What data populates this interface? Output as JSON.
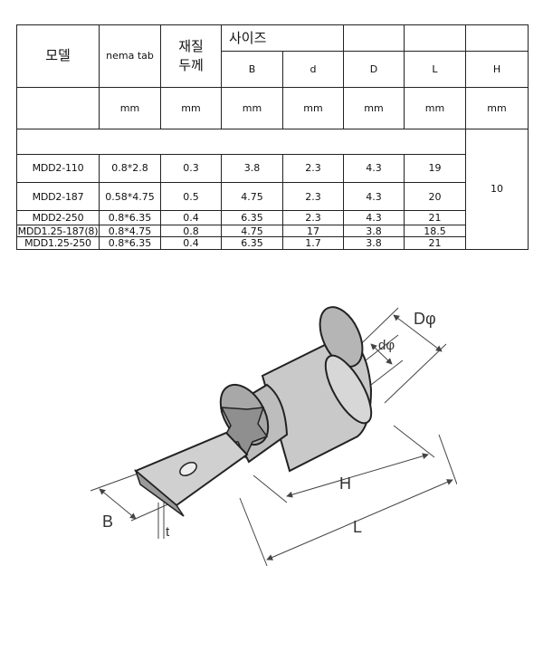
{
  "table": {
    "header": {
      "model": "모델",
      "nema_tab": "nema tab",
      "material_thickness": "재질\n두께",
      "size": "사이즈",
      "cols": [
        "B",
        "d",
        "D",
        "L",
        "H"
      ]
    },
    "unit": "mm",
    "rows": [
      {
        "model": "MDD2-110",
        "nema": "0.8*2.8",
        "thickness": "0.3",
        "B": "3.8",
        "d": "2.3",
        "D": "4.3",
        "L": "19"
      },
      {
        "model": "MDD2-187",
        "nema": "0.58*4.75",
        "thickness": "0.5",
        "B": "4.75",
        "d": "2.3",
        "D": "4.3",
        "L": "20"
      },
      {
        "model": "MDD2-250",
        "nema": "0.8*6.35",
        "thickness": "0.4",
        "B": "6.35",
        "d": "2.3",
        "D": "4.3",
        "L": "21"
      },
      {
        "model": "MDD1.25-187(8)",
        "nema": "0.8*4.75",
        "thickness": "0.8",
        "B": "4.75",
        "d": "17",
        "D": "3.8",
        "L": "18.5"
      },
      {
        "model": "MDD1.25-250",
        "nema": "0.8*6.35",
        "thickness": "0.4",
        "B": "6.35",
        "d": "1.7",
        "D": "3.8",
        "L": "21"
      }
    ],
    "H_value": "10"
  },
  "diagram": {
    "labels": {
      "D": "Dφ",
      "d": "dφ",
      "H": "H",
      "L": "L",
      "B": "B",
      "t": "t"
    }
  }
}
